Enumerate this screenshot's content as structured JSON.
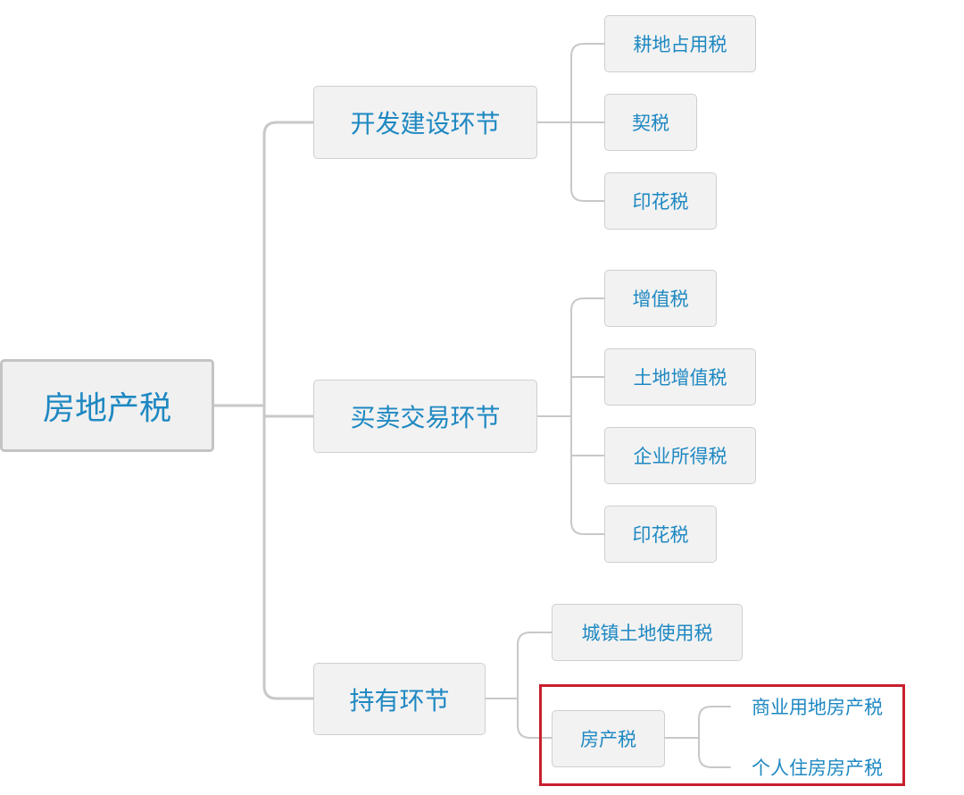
{
  "root": {
    "label": "房地产税"
  },
  "stages": [
    {
      "label": "开发建设环节",
      "taxes": [
        "耕地占用税",
        "契税",
        "印花税"
      ]
    },
    {
      "label": "买卖交易环节",
      "taxes": [
        "增值税",
        "土地增值税",
        "企业所得税",
        "印花税"
      ]
    },
    {
      "label": "持有环节",
      "taxes": [
        "城镇土地使用税",
        "房产税"
      ],
      "property_tax_subtypes": [
        "商业用地房产税",
        "个人住房房产税"
      ]
    }
  ],
  "colors": {
    "text": "#1e88c2",
    "node_fill": "#f2f2f2",
    "connector": "#c8c8c8",
    "highlight_border": "#c8202e"
  }
}
